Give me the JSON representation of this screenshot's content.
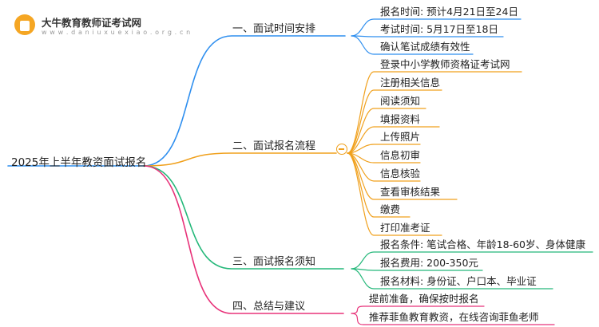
{
  "logo": {
    "title": "大牛教育教师证考试网",
    "url": "w w w . d a n i u x u e x i a o . o r g . c n"
  },
  "root": {
    "label": "2025年上半年教资面试报名"
  },
  "branches": [
    {
      "label": "一、面试时间安排",
      "color": "#2f8fef",
      "leaves": [
        "报名时间: 预计4月21日至24日",
        "考试时间: 5月17日至18日",
        "确认笔试成绩有效性"
      ]
    },
    {
      "label": "二、面试报名流程",
      "color": "#f0a01c",
      "leaves": [
        "登录中小学教师资格证考试网",
        "注册相关信息",
        "阅读须知",
        "填报资料",
        "上传照片",
        "信息初审",
        "信息核验",
        "查看审核结果",
        "缴费",
        "打印准考证"
      ]
    },
    {
      "label": "三、面试报名须知",
      "color": "#25b87a",
      "leaves": [
        "报名条件: 笔试合格、年龄18-60岁、身体健康",
        "报名费用: 200-350元",
        "报名材料: 身份证、户口本、毕业证"
      ]
    },
    {
      "label": "四、总结与建议",
      "color": "#e8337a",
      "leaves": [
        "提前准备，确保按时报名",
        "推荐菲鱼教育教资，在线咨询菲鱼老师"
      ]
    }
  ]
}
